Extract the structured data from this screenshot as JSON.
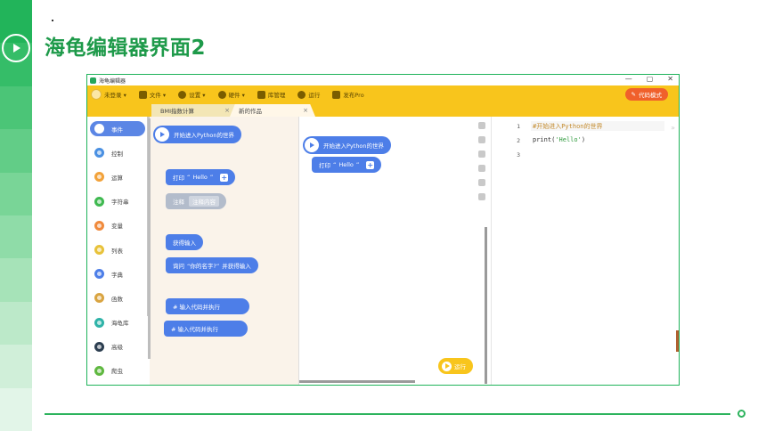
{
  "slide": {
    "title": "海龟编辑器界面2",
    "colors": {
      "accent": "#1e9a4a",
      "stripe": [
        "#22b45a",
        "#35bd68",
        "#4bc577",
        "#62cd87",
        "#79d597",
        "#8fdca8",
        "#a6e3b8",
        "#bce9c9",
        "#d0efd9",
        "#e2f5e8"
      ]
    }
  },
  "window": {
    "title": "海龟编辑器",
    "controls": [
      "—",
      "▢",
      "✕"
    ]
  },
  "menu": {
    "items": [
      {
        "label": "未登录 ▾",
        "icon": "avatar-icon"
      },
      {
        "label": "文件 ▾",
        "icon": "folder-icon"
      },
      {
        "label": "设置 ▾",
        "icon": "gear-icon"
      },
      {
        "label": "硬件 ▾",
        "icon": "hardware-icon"
      },
      {
        "label": "库管理",
        "icon": "library-icon"
      },
      {
        "label": "运行",
        "icon": "play-icon"
      },
      {
        "label": "发布Pro",
        "icon": "send-icon"
      }
    ],
    "code_mode": "代码模式"
  },
  "tabs": [
    {
      "label": "BMI指数计算",
      "close": "×"
    },
    {
      "label": "新的作品",
      "close": "×"
    }
  ],
  "categories": [
    {
      "label": "事件",
      "color": "#5b86e5",
      "active": true
    },
    {
      "label": "控制",
      "color": "#4a90e2"
    },
    {
      "label": "运算",
      "color": "#f2a23a"
    },
    {
      "label": "字符串",
      "color": "#3fb950"
    },
    {
      "label": "变量",
      "color": "#f08a3c"
    },
    {
      "label": "列表",
      "color": "#e8c23a"
    },
    {
      "label": "字典",
      "color": "#4d7ee8"
    },
    {
      "label": "函数",
      "color": "#d9a441"
    },
    {
      "label": "海龟库",
      "color": "#2fb3a8"
    },
    {
      "label": "高级",
      "color": "#2c3e50"
    },
    {
      "label": "爬虫",
      "color": "#5fb840"
    }
  ],
  "palette": {
    "start_block": "开始进入Python的世界",
    "print_block": {
      "keyword": "打印",
      "open_quote": "“",
      "value": "Hello",
      "close_quote": "”",
      "plus": "+"
    },
    "comment_block": {
      "keyword": "注释",
      "value": "注释内容"
    },
    "input_block": "获得输入",
    "ask_block": {
      "prefix": "询问",
      "value": "“你的名字?”",
      "suffix": "并获得输入"
    },
    "code_block_1": "# 输入代码并执行",
    "code_block_2": "# 输入代码并执行"
  },
  "workspace": {
    "start_block": "开始进入Python的世界",
    "print_block": {
      "keyword": "打印",
      "open_quote": "“",
      "value": "Hello",
      "close_quote": "”",
      "plus": "+"
    },
    "run_label": "运行"
  },
  "editor": {
    "line_numbers": [
      "1",
      "2",
      "3"
    ],
    "lines": [
      {
        "kind": "comment",
        "text": "#开始进入Python的世界"
      },
      {
        "kind": "stmt",
        "pre": "print(",
        "str": "'Hello'",
        "post": ")"
      },
      {
        "kind": "empty",
        "text": ""
      }
    ],
    "collapse_icon": "»"
  }
}
